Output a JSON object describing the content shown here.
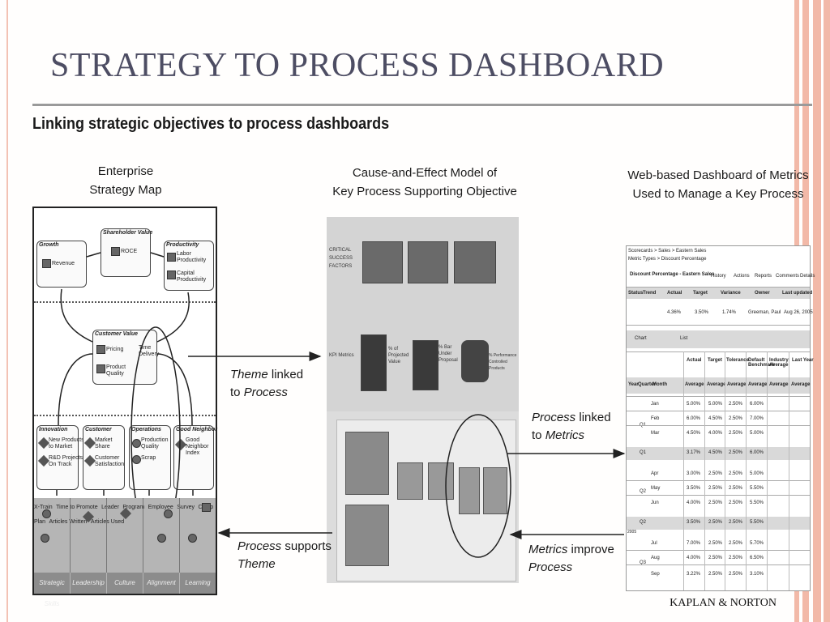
{
  "slide": {
    "title": "STRATEGY TO PROCESS DASHBOARD",
    "heading": "Linking strategic objectives to process dashboards",
    "footer": "KAPLAN & NORTON"
  },
  "columns": {
    "strategy_map_title_1": "Enterprise",
    "strategy_map_title_2": "Strategy Map",
    "cause_effect_title_1": "Cause-and-Effect Model of",
    "cause_effect_title_2": "Key Process Supporting Objective",
    "dashboard_title_1": "Web-based Dashboard of Metrics",
    "dashboard_title_2": "Used to Manage a Key Process"
  },
  "arrows": {
    "theme_linked": {
      "italic_1": "Theme",
      "text_1": " linked",
      "text_2": "to ",
      "italic_2": "Process"
    },
    "process_linked": {
      "italic_1": "Process",
      "text_1": " linked",
      "text_2": "to ",
      "italic_2": "Metrics"
    },
    "process_supports": {
      "italic_1": "Process",
      "text_1": " supports",
      "italic_2": "Theme"
    },
    "metrics_improve": {
      "italic_1": "Metrics",
      "text_1": " improve",
      "italic_2": "Process"
    }
  },
  "strategy_map": {
    "growth": "Growth",
    "revenue": "Revenue",
    "shareholder_value": "Shareholder Value",
    "roce": "ROCE",
    "productivity": "Productivity",
    "labor_productivity_1": "Labor",
    "labor_productivity_2": "Productivity",
    "capital_productivity_1": "Capital",
    "capital_productivity_2": "Productivity",
    "customer_value": "Customer Value",
    "pricing": "Pricing",
    "time": "Time",
    "delivery": "Delivery",
    "product_quality_1": "Product",
    "product_quality_2": "Quality",
    "innovation": "Innovation",
    "new_products_1": "New Products",
    "new_products_2": "to Market",
    "rd_projects_1": "R&D Projects",
    "rd_projects_2": "On Track",
    "customer": "Customer",
    "market_share_1": "Market",
    "market_share_2": "Share",
    "customer_satisfaction_1": "Customer",
    "customer_satisfaction_2": "Satisfaction",
    "operations": "Operations",
    "production_quality_1": "Production",
    "production_quality_2": "Quality",
    "scrap": "Scrap",
    "good_neighbor": "Good Neighbor",
    "good_neighbor_index_1": "Good",
    "good_neighbor_index_2": "Neighbor",
    "good_neighbor_index_3": "Index",
    "x_train": "X-Train",
    "time_to_promote": "Time to Promote",
    "leader_program_1": "Leader",
    "leader_program_2": "Program",
    "employee_survey_1": "Employee",
    "employee_survey_2": "Survey",
    "comp_plan": "Comp Plan",
    "articles_written": "Articles Written",
    "articles_used": "Articles Used",
    "footer_cells": [
      "Strategic Skills",
      "Leadership",
      "Culture",
      "Alignment",
      "Learning"
    ]
  },
  "cause_effect": {
    "critical_success_factors_1": "CRITICAL",
    "critical_success_factors_2": "SUCCESS",
    "critical_success_factors_3": "FACTORS",
    "kpi_metrics": "KPI Metrics",
    "pct_on_time": "% of",
    "pct_on_time_2": "Projected",
    "pct_on_time_3": "Value",
    "pct_in_proposal": "% Bar",
    "pct_in_proposal_2": "Under",
    "pct_in_proposal_3": "Proposal",
    "performance_1": "% Performance",
    "performance_2": "Controlled",
    "performance_3": "Products"
  },
  "dashboard": {
    "breadcrumb": "Scorecards > Sales > Eastern Sales",
    "breadcrumb_2": "Metric Types > Discount Percentage",
    "metric_name": "Discount Percentage - Eastern Sales",
    "tabs": [
      "History",
      "Actions",
      "Reports",
      "Comments",
      "Details"
    ],
    "status_headers": [
      "Status",
      "Trend",
      "Actual",
      "Target",
      "Variance",
      "Owner",
      "Last updated"
    ],
    "status_values": [
      "4.36%",
      "3.50%",
      "1.74%",
      "Greeman, Paul",
      "Aug 26, 2005"
    ],
    "chart_label": "Chart",
    "list_label": "List",
    "col_headers": [
      "Actual",
      "Target",
      "Tolerance",
      "Default Benchmark",
      "Industry Average",
      "Last Year"
    ],
    "sub_headers": [
      "Year",
      "Quarter",
      "Month",
      "Average",
      "Average",
      "Average",
      "Average",
      "Average",
      "Average"
    ],
    "quarters": [
      "Q1",
      "Q2",
      "Q3"
    ],
    "months": [
      "Jan",
      "Feb",
      "Mar",
      "Apr",
      "May",
      "Jun",
      "Jul",
      "Aug",
      "Sep"
    ],
    "rows": [
      [
        "5.00%",
        "5.00%",
        "2.50%",
        "6.00%"
      ],
      [
        "6.00%",
        "4.50%",
        "2.50%",
        "7.00%"
      ],
      [
        "4.50%",
        "4.00%",
        "2.50%",
        "5.00%"
      ],
      [
        "3.17%",
        "4.50%",
        "2.50%",
        "6.00%"
      ],
      [
        "3.00%",
        "2.50%",
        "2.50%",
        "5.00%"
      ],
      [
        "3.50%",
        "2.50%",
        "2.50%",
        "5.50%"
      ],
      [
        "4.00%",
        "2.50%",
        "2.50%",
        "5.50%"
      ],
      [
        "3.50%",
        "2.50%",
        "2.50%",
        "5.50%"
      ],
      [
        "7.00%",
        "2.50%",
        "2.50%",
        "5.70%"
      ],
      [
        "4.00%",
        "2.50%",
        "2.50%",
        "6.50%"
      ],
      [
        "3.22%",
        "2.50%",
        "2.50%",
        "3.10%"
      ]
    ],
    "year_label": "2005"
  }
}
